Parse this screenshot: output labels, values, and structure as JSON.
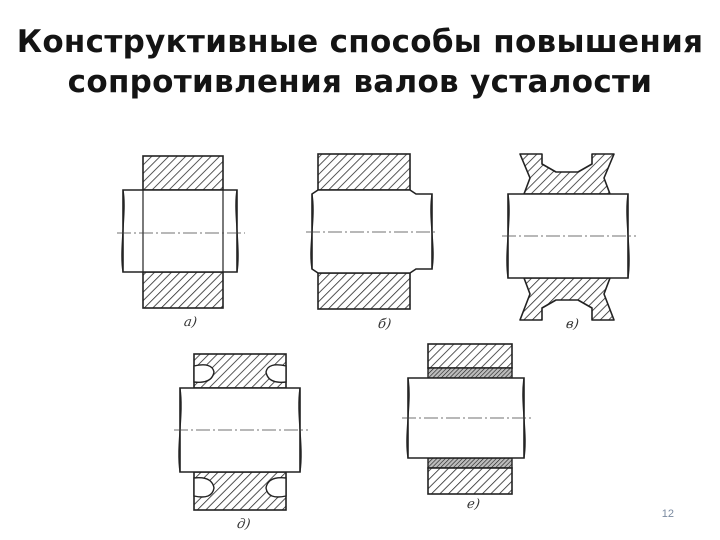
{
  "slide": {
    "title_line1": "Конструктивные способы повышения",
    "title_line2": "сопротивления валов усталости",
    "page_number": "12"
  },
  "figures": [
    {
      "id": "a",
      "label": "а)",
      "variant": "plain-hub"
    },
    {
      "id": "b",
      "label": "б)",
      "variant": "thickened-seat"
    },
    {
      "id": "v",
      "label": "в)",
      "variant": "thinned-hub-edges"
    },
    {
      "id": "d",
      "label": "д)",
      "variant": "relief-grooves"
    },
    {
      "id": "e",
      "label": "е)",
      "variant": "bushing-insert"
    }
  ]
}
